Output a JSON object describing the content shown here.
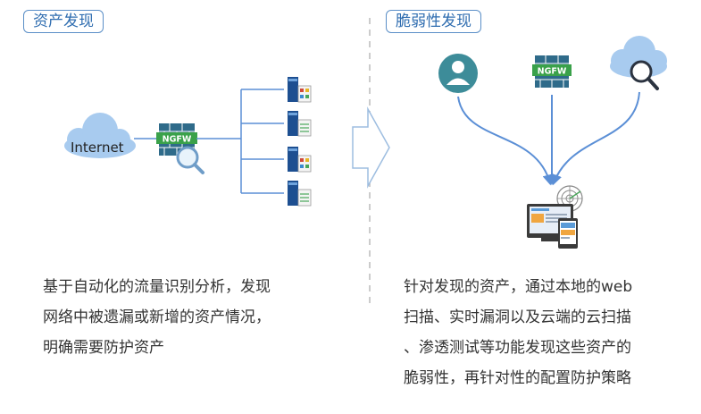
{
  "left_panel": {
    "title": "资产发现",
    "internet_label": "Internet",
    "firewall_label": "NGFW",
    "description_lines": [
      "基于自动化的流量识别分析，发现",
      "网络中被遗漏或新增的资产情况，",
      "明确需要防护资产"
    ]
  },
  "right_panel": {
    "title": "脆弱性发现",
    "firewall_label": "NGFW",
    "description_lines": [
      "针对发现的资产，通过本地的web",
      "扫描、实时漏洞以及云端的云扫描",
      "、渗透测试等功能发现这些资产的",
      "脆弱性，再针对性的配置防护策略"
    ]
  },
  "colors": {
    "tag_border": "#5b8fc7",
    "flow_line": "#5b8fd6",
    "cloud": "#a8cbef",
    "firewall": "#2f6b8a",
    "divider": "#bbbbbb"
  }
}
